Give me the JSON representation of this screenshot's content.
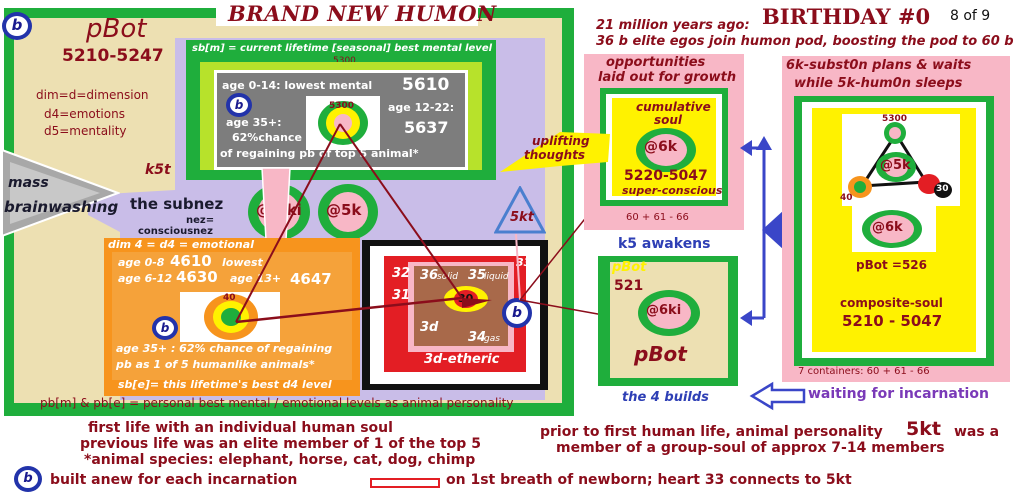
{
  "title": "BRAND NEW HUMON",
  "birthday": "BIRTHDAY #0",
  "page_num": "8 of 9",
  "left": {
    "pbot_title": "pBot",
    "pbot_range": "5210-5247",
    "dim_legend": [
      "dim=d=dimension",
      "d4=emotions",
      "d5=mentality"
    ],
    "k5t": "k5t",
    "mass_brainwashing": [
      "mass",
      "brainwashing"
    ],
    "subnez": "the subnez",
    "nez": "nez=",
    "consciousnez": "consciousnez",
    "mental_header": "sb[m] = current lifetime [seasonal] best mental level",
    "m5300_top": "5300",
    "m_age0": "age 0-14: lowest mental",
    "m_val0": "5610",
    "m_age12": "age 12-22:",
    "m_val12": "5637",
    "m_age35": "age 35+:",
    "m_chance": "62%chance",
    "m_regain": "of regaining pb of top   5 animal*",
    "m_inner": "5300",
    "ring_6ki": "@ 6ki",
    "ring_5k": "@5k",
    "emo_header": "dim 4 = d4 = emotional",
    "e_age0": "age 0-8",
    "e_val0": "4610",
    "e_lowest": "lowest",
    "e_age6": "age 6-12",
    "e_val6": "4630",
    "e_age13": "age 13+",
    "e_val13": "4647",
    "e_inner": "40",
    "e_chance": "age 35+ : 62% chance of regaining",
    "e_chance2": "pb as 1 of 5 humanlike  animals*",
    "e_footer": "sb[e]= this lifetime's best d4  level",
    "etheric": {
      "n32": "32",
      "n31": "31",
      "n33": "33",
      "n36": "36",
      "solid": "solid",
      "n35": "35",
      "liquid": "liquid",
      "n3d": "3d",
      "n34": "34",
      "gas": "gas",
      "center": "30",
      "label": "3d-etheric"
    },
    "triangle": "5kt",
    "bottom_note": "pb[m] & pb[e] = personal best mental / emotional levels as animal personality"
  },
  "right": {
    "intro1": "21 million years ago:",
    "intro2": "36 b elite  egos join humon pod, boosting the pod to 60 b",
    "opp_title": [
      "opportunities",
      "laid out for growth"
    ],
    "cumulative": [
      "cumulative",
      "soul"
    ],
    "uplifting": [
      "uplifting",
      "thoughts"
    ],
    "soul_ring": "@6k",
    "soul_range": "5220-5047",
    "superconscious": "super-conscious",
    "opp_nums": "60 + 61 - 66",
    "k5_awakens": "k5 awakens",
    "builds_pbot": "pBot",
    "builds_num": "521",
    "builds_ring": "@6ki",
    "builds_pbot2": "pBot",
    "builds_label": "the 4 builds",
    "sub_title1": "6k-subst0n  plans & waits",
    "sub_title2": "while  5k-hum0n sleeps",
    "tri_top": "5300",
    "tri_center": "@5k",
    "tri_left": "40",
    "tri_right": "30",
    "sub_ring": "@6k",
    "sub_pbot": "pBot =526",
    "composite": "composite-soul",
    "composite_range": "5210 - 5047",
    "containers": "7 containers: 60 + 61 - 66",
    "waiting": "waiting for incarnation"
  },
  "footer": {
    "line1": "first life with an individual human soul",
    "line2": "previous life was an elite member of 1 of the top 5",
    "line3": "*animal species: elephant, horse, cat, dog, chimp",
    "right1_a": "prior to first human life, animal personality",
    "right1_b": "5kt",
    "right1_c": "was a",
    "right2": "member of a group-soul of approx 7-14 members",
    "b_note": "built anew for each incarnation",
    "breath_note": "on 1st breath of newborn; heart 33 connects to 5kt"
  },
  "b_letter": "b",
  "colors": {
    "green": "#1fae3c",
    "tan": "#ede0b2",
    "lavender": "#c9bde8",
    "lime": "#b7e22b",
    "orange": "#f7941d",
    "pink": "#f8b7c6",
    "yellow": "#fff200",
    "darkred": "#8b0d1b",
    "blue": "#3a46c8"
  }
}
